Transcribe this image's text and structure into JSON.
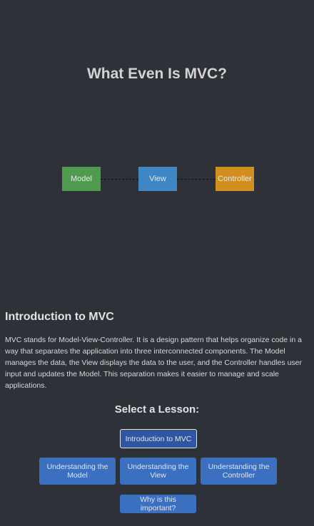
{
  "page": {
    "title": "What Even Is MVC?"
  },
  "diagram": {
    "nodes": [
      {
        "label": "Model",
        "color": "#4f9a4f"
      },
      {
        "label": "View",
        "color": "#3f86c4"
      },
      {
        "label": "Controller",
        "color": "#d08f1f"
      }
    ]
  },
  "lesson": {
    "heading": "Introduction to MVC",
    "body": "MVC stands for Model-View-Controller. It is a design pattern that helps organize code in a way that separates the application into three interconnected components. The Model manages the data, the View displays the data to the user, and the Controller handles user input and updates the Model. This separation makes it easier to manage and scale applications."
  },
  "lesson_selector": {
    "heading": "Select a Lesson:",
    "buttons": [
      {
        "label": "Introduction to MVC",
        "active": true
      },
      {
        "label": "Understanding the Model",
        "active": false
      },
      {
        "label": "Understanding the View",
        "active": false
      },
      {
        "label": "Understanding the Controller",
        "active": false
      },
      {
        "label": "Why is this important?",
        "active": false
      }
    ]
  },
  "colors": {
    "background": "#2e3138",
    "button": "#3b6fbf",
    "button_active": "#2f56a0"
  }
}
